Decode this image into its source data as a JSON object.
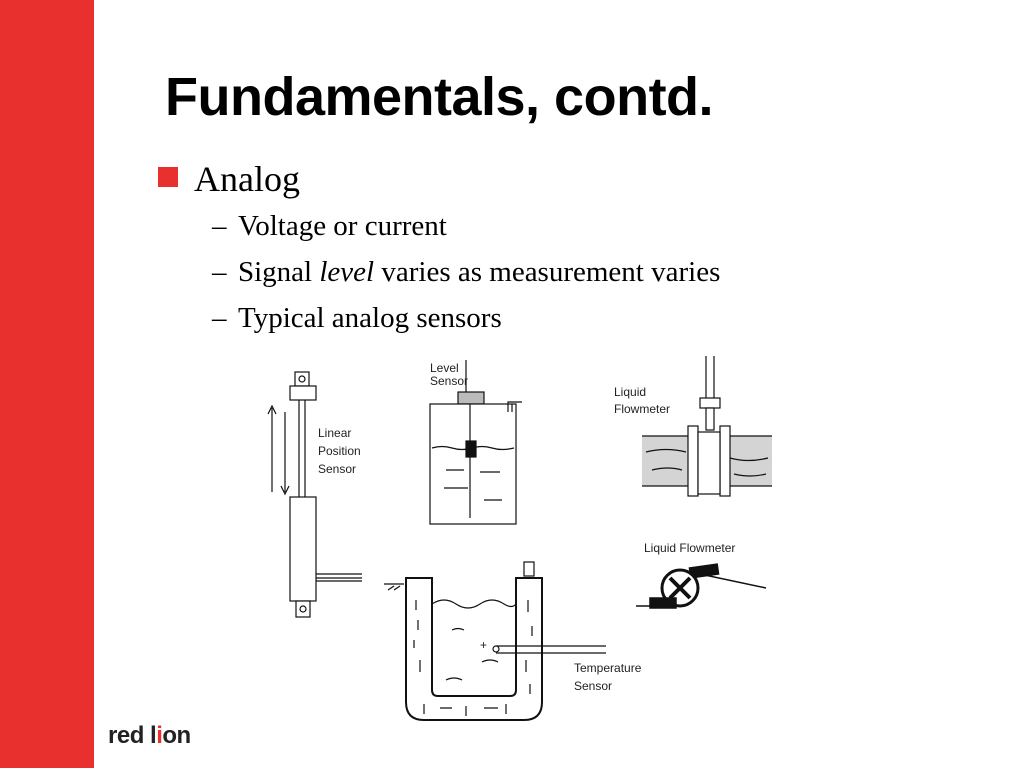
{
  "title": "Fundamentals, contd.",
  "bullet": "Analog",
  "subbullets": [
    "Voltage or current",
    {
      "before": "Signal ",
      "em": "level",
      "after": " varies as measurement varies"
    },
    "Typical analog sensors"
  ],
  "diagrams": {
    "linear_position_sensor": [
      "Linear",
      "Position",
      "Sensor"
    ],
    "level_sensor": [
      "Level",
      "Sensor"
    ],
    "liquid_flowmeter_top": [
      "Liquid",
      "Flowmeter"
    ],
    "liquid_flowmeter_bottom": "Liquid Flowmeter",
    "temperature_sensor": [
      "Temperature",
      "Sensor"
    ],
    "plus_sign": "+"
  },
  "logo": {
    "left": "red l",
    "mark": "i",
    "right": "on"
  },
  "colors": {
    "accent": "#e8302f"
  }
}
